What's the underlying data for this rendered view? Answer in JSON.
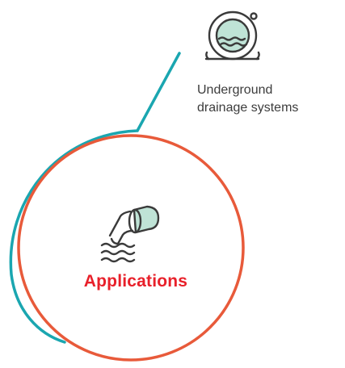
{
  "center": {
    "label": "Applications",
    "icon": "pipe-outflow-icon"
  },
  "items": [
    {
      "label_lines": [
        "Underground",
        "drainage systems"
      ],
      "icon": "manhole-water-icon"
    }
  ],
  "colors": {
    "ring": "#e85a3a",
    "arc": "#1aa6b0",
    "label_accent": "#e8202a",
    "icon_stroke": "#3a3a3a",
    "icon_fill": "#bfe3d6",
    "text": "#3c3c3c"
  }
}
